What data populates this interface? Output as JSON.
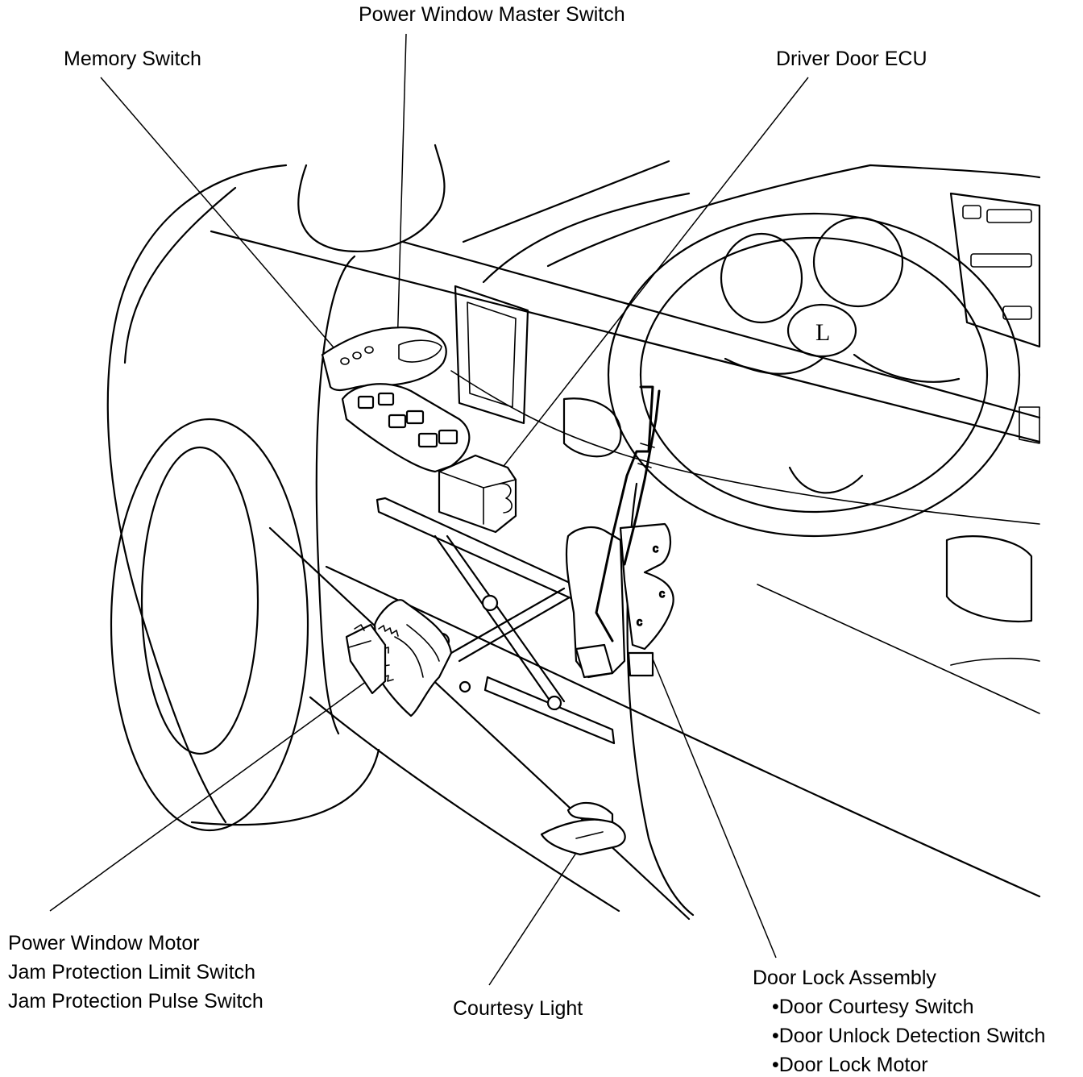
{
  "labels": {
    "power_window_master_switch": "Power Window Master Switch",
    "memory_switch": "Memory Switch",
    "driver_door_ecu": "Driver Door ECU",
    "power_window_motor": "Power Window Motor",
    "jam_protection_limit_switch": "Jam Protection Limit Switch",
    "jam_protection_pulse_switch": "Jam Protection Pulse Switch",
    "courtesy_light": "Courtesy Light",
    "door_lock_assembly": {
      "title": "Door Lock Assembly",
      "items": [
        "•Door Courtesy Switch",
        "•Door Unlock Detection Switch",
        "•Door Lock Motor"
      ]
    }
  },
  "logo_letter": "L"
}
